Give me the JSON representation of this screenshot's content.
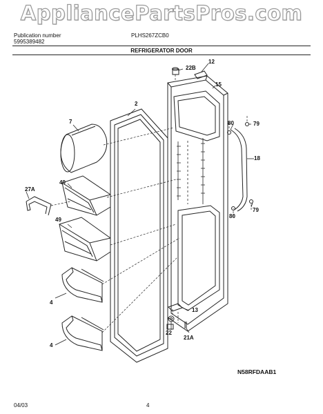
{
  "watermark": "AppliancePartsPros.com",
  "header": {
    "publication_label": "Publication number",
    "publication_number": "5995389482",
    "model": "PLHS267ZCB0",
    "section_title": "REFRIGERATOR DOOR"
  },
  "callouts": {
    "c12": "12",
    "c22B": "22B",
    "c15": "15",
    "c2": "2",
    "c7": "7",
    "c80a": "80",
    "c79a": "79",
    "c18": "18",
    "c49a": "49",
    "c27A": "27A",
    "c49b": "49",
    "c80b": "80",
    "c79b": "79",
    "c4a": "4",
    "c13": "13",
    "c22": "22",
    "c21A": "21A",
    "c4b": "4"
  },
  "footer": {
    "date": "04/03",
    "page": "4",
    "diagram_code": "N58RFDAAB1"
  }
}
